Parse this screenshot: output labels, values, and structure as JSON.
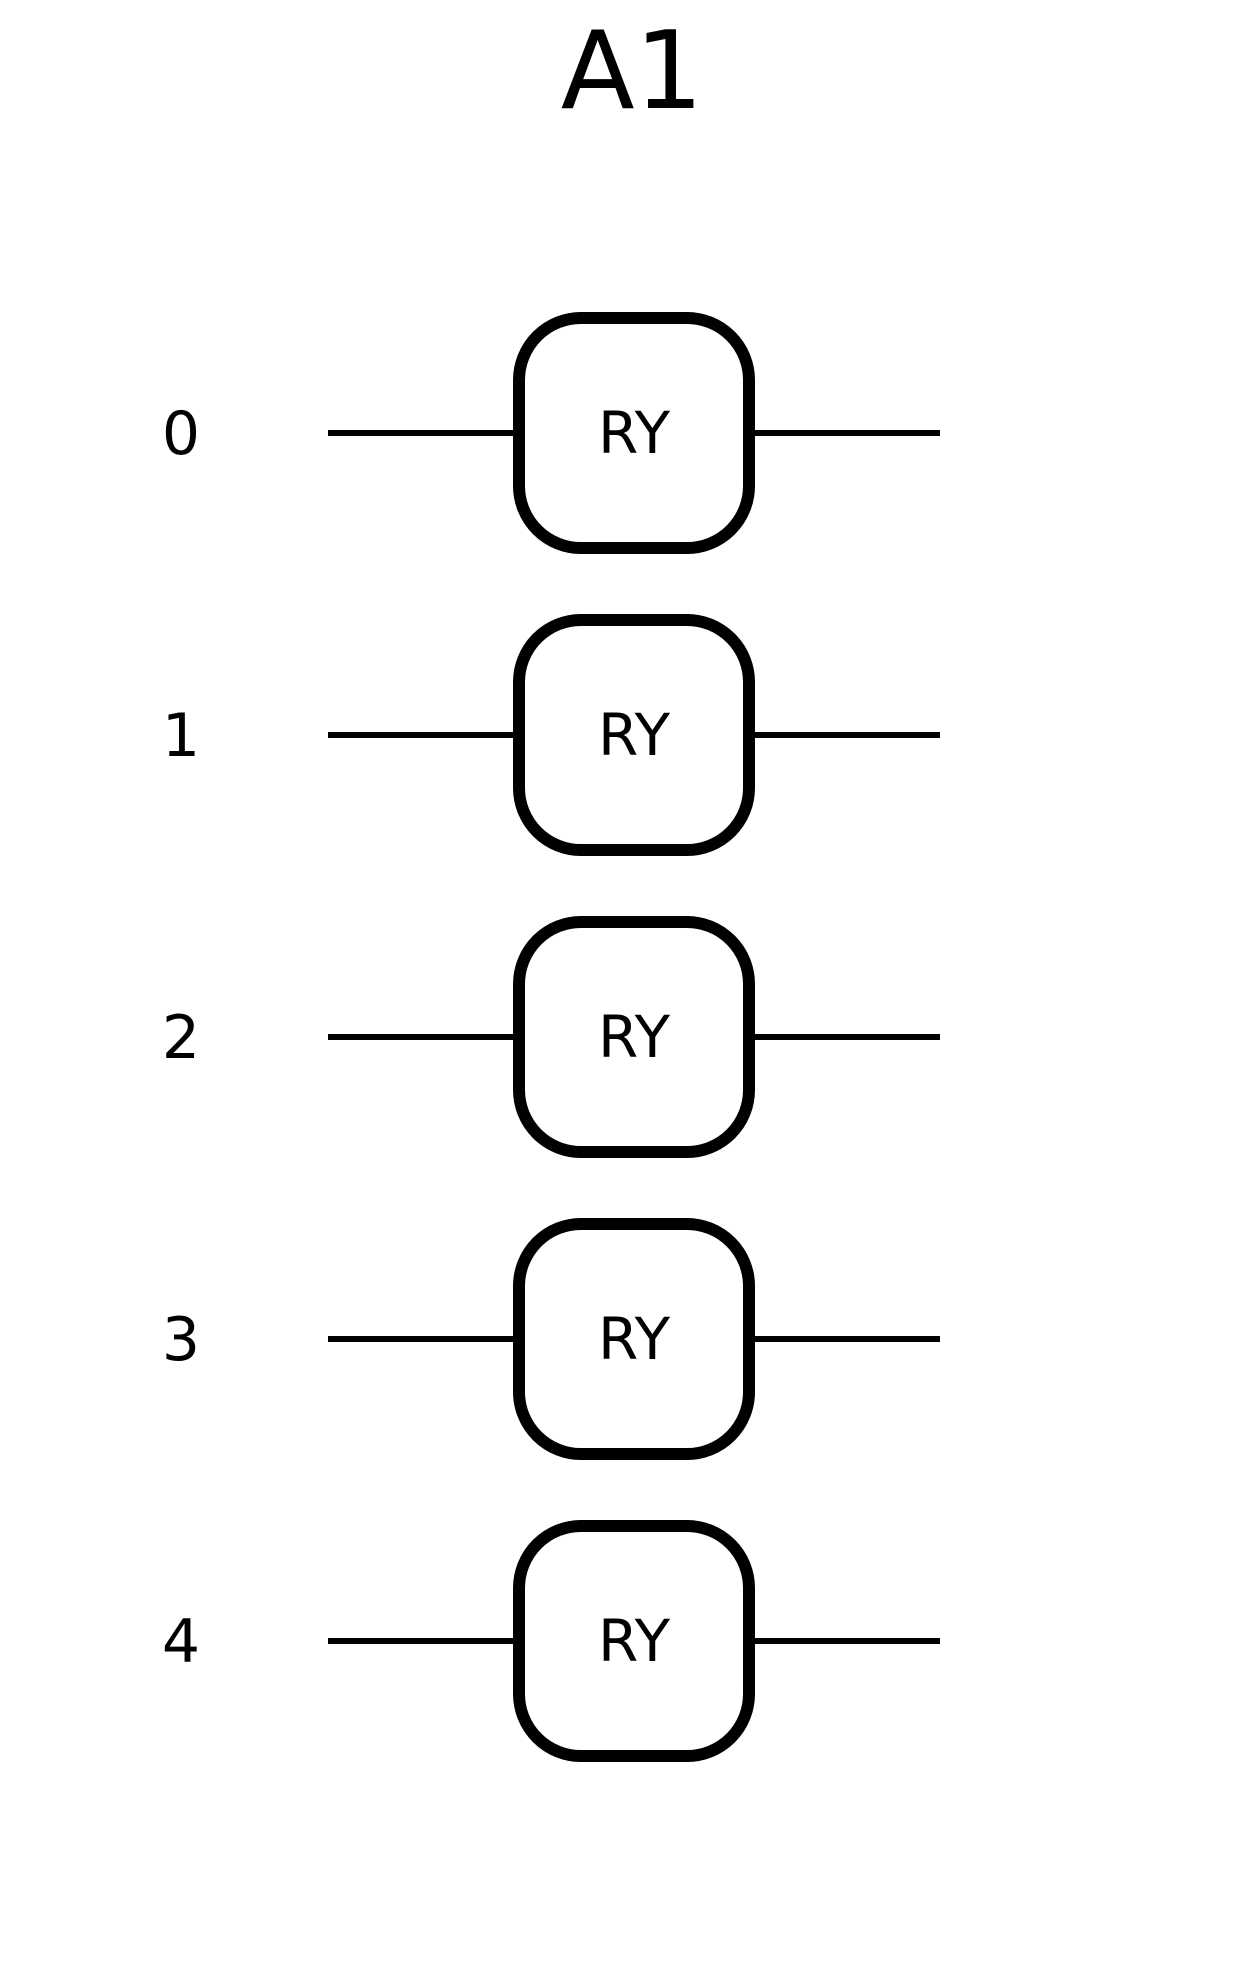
{
  "title": "A1",
  "wires": [
    {
      "label": "0",
      "gate": "RY"
    },
    {
      "label": "1",
      "gate": "RY"
    },
    {
      "label": "2",
      "gate": "RY"
    },
    {
      "label": "3",
      "gate": "RY"
    },
    {
      "label": "4",
      "gate": "RY"
    }
  ],
  "colors": {
    "stroke": "#000000",
    "background": "#ffffff"
  }
}
